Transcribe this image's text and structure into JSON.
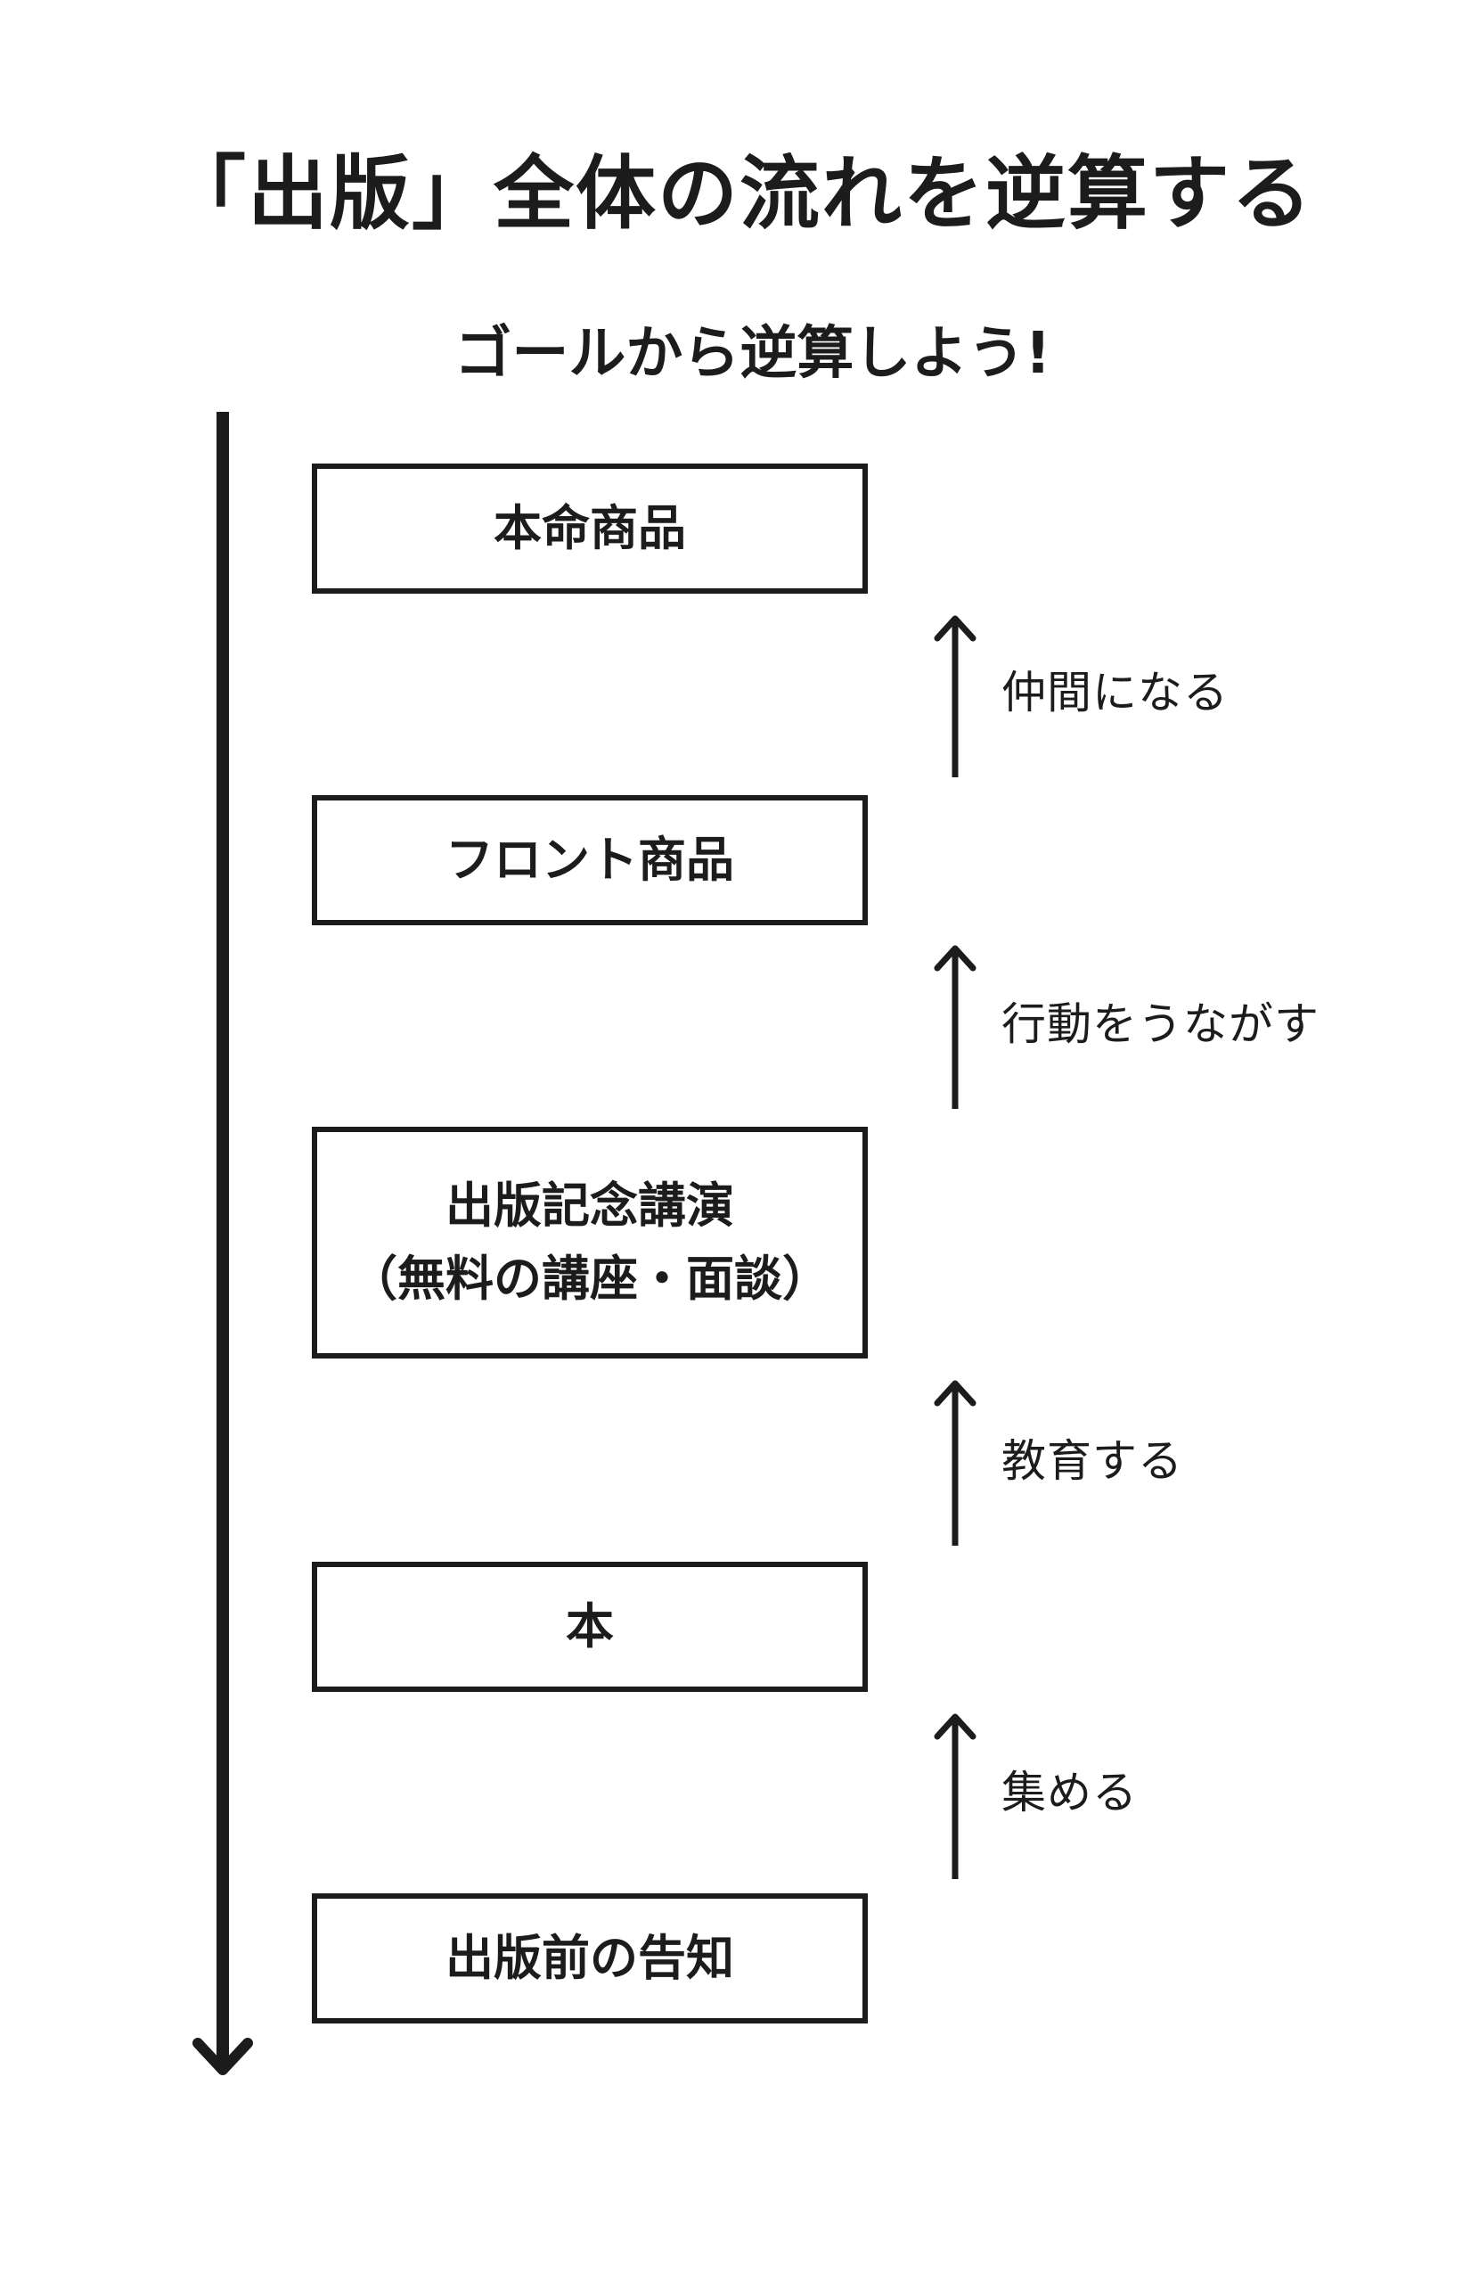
{
  "title": "「出版」全体の流れを逆算する",
  "subtitle": "ゴールから逆算しよう!",
  "steps": [
    {
      "label": "本命商品"
    },
    {
      "label": "フロント商品"
    },
    {
      "label": "出版記念講演",
      "sub": "（無料の講座・面談）"
    },
    {
      "label": "本"
    },
    {
      "label": "出版前の告知"
    }
  ],
  "transitions": [
    {
      "label": "仲間になる"
    },
    {
      "label": "行動をうながす"
    },
    {
      "label": "教育する"
    },
    {
      "label": "集める"
    }
  ],
  "colors": {
    "line": "#1c1c1c",
    "text": "#1c1c1c",
    "background": "#ffffff"
  },
  "icons": {
    "timeline": "arrow-down-icon",
    "transition": "arrow-up-icon"
  }
}
